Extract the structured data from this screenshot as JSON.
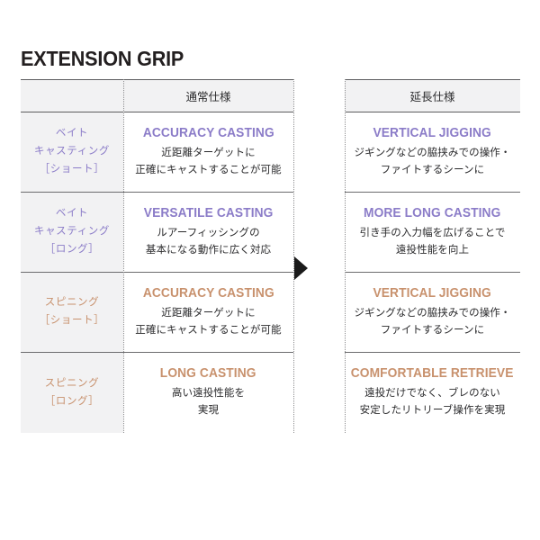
{
  "title": "EXTENSION GRIP",
  "colors": {
    "purple": "#8b7cc8",
    "tan": "#c8916d",
    "header_bg": "#f2f2f3",
    "rule": "#5d5d5f"
  },
  "table": {
    "header": {
      "label_col": "",
      "normal": "通常仕様",
      "extension": "延長仕様"
    },
    "rows": [
      {
        "label_lines": [
          "ベイト",
          "キャスティング",
          "［ショート］"
        ],
        "label_color": "purple",
        "normal": {
          "headline": "ACCURACY CASTING",
          "lines": [
            "近距離ターゲットに",
            "正確にキャストすることが可能"
          ],
          "color": "purple"
        },
        "extension": {
          "headline": "VERTICAL JIGGING",
          "lines": [
            "ジギングなどの脇挟みでの操作・",
            "ファイトするシーンに"
          ],
          "color": "purple"
        }
      },
      {
        "label_lines": [
          "ベイト",
          "キャスティング",
          "［ロング］"
        ],
        "label_color": "purple",
        "normal": {
          "headline": "VERSATILE CASTING",
          "lines": [
            "ルアーフィッシングの",
            "基本になる動作に広く対応"
          ],
          "color": "purple"
        },
        "extension": {
          "headline": "MORE LONG CASTING",
          "lines": [
            "引き手の入力幅を広げることで",
            "遠投性能を向上"
          ],
          "color": "purple"
        }
      },
      {
        "label_lines": [
          "スピニング",
          "［ショート］"
        ],
        "label_color": "tan",
        "normal": {
          "headline": "ACCURACY CASTING",
          "lines": [
            "近距離ターゲットに",
            "正確にキャストすることが可能"
          ],
          "color": "tan"
        },
        "extension": {
          "headline": "VERTICAL JIGGING",
          "lines": [
            "ジギングなどの脇挟みでの操作・",
            "ファイトするシーンに"
          ],
          "color": "tan"
        }
      },
      {
        "label_lines": [
          "スピニング",
          "［ロング］"
        ],
        "label_color": "tan",
        "normal": {
          "headline": "LONG CASTING",
          "lines": [
            "高い遠投性能を",
            "実現"
          ],
          "color": "tan"
        },
        "extension": {
          "headline": "COMFORTABLE RETRIEVE",
          "lines": [
            "遠投だけでなく、ブレのない",
            "安定したリトリーブ操作を実現"
          ],
          "color": "tan"
        }
      }
    ]
  },
  "arrow": {
    "icon": "triangle-right-icon"
  }
}
